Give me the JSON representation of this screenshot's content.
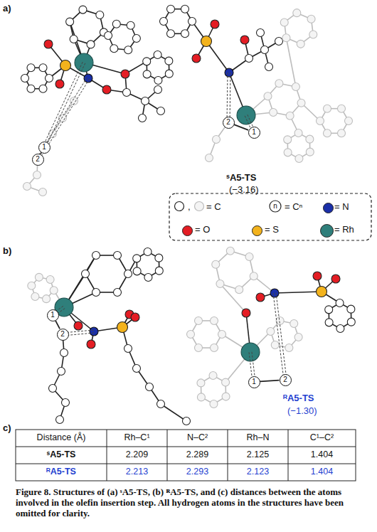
{
  "diagram": {
    "caption": "Figure 8. Structures of (a) ˢA5-TS, (b) ᴿA5-TS, and (c) distances between the atoms involved in the olefin insertion step. All hydrogen atoms in the structures have been omitted for clarity.",
    "nodes": [
      {
        "text": [
          "1"
        ]
      },
      {
        "text": [
          "2"
        ]
      },
      {
        "text": [
          "2"
        ]
      },
      {
        "text": [
          "1"
        ]
      },
      {
        "text": [
          "1"
        ]
      },
      {
        "text": [
          "2"
        ]
      },
      {
        "text": [
          "1"
        ]
      },
      {
        "text": [
          "2"
        ]
      }
    ],
    "edges": [
      {
        "from": 0,
        "to": 1,
        "arrow": "none"
      },
      {
        "from": 2,
        "to": 3,
        "arrow": "none"
      },
      {
        "from": 4,
        "to": 5,
        "arrow": "none"
      },
      {
        "from": 6,
        "to": 7,
        "arrow": "none"
      }
    ],
    "labels": [
      "a)",
      "ˢA5-TS",
      "(−3.16)",
      ",",
      "n",
      "b)",
      "ᴿA5-TS",
      "(−1.30)",
      "c)",
      "Distance (Å)",
      "Rh–C¹",
      "N–C²",
      "Rh–N",
      "C¹–C²",
      "ˢA5-TS",
      "2.209",
      "2.289",
      "2.125",
      "1.404",
      "ᴿA5-TS",
      "2.213",
      "2.293",
      "2.123",
      "1.404"
    ],
    "legend": [
      {
        "text": "= C"
      },
      {
        "text": "= Cⁿ"
      },
      {
        "text": "= N",
        "color": "#1a2fa8"
      },
      {
        "text": "= O",
        "color": "#e41d24"
      },
      {
        "text": "= S",
        "color": "#f3b31d"
      },
      {
        "text": "= Rh",
        "color": "#2f7f7b"
      }
    ]
  }
}
